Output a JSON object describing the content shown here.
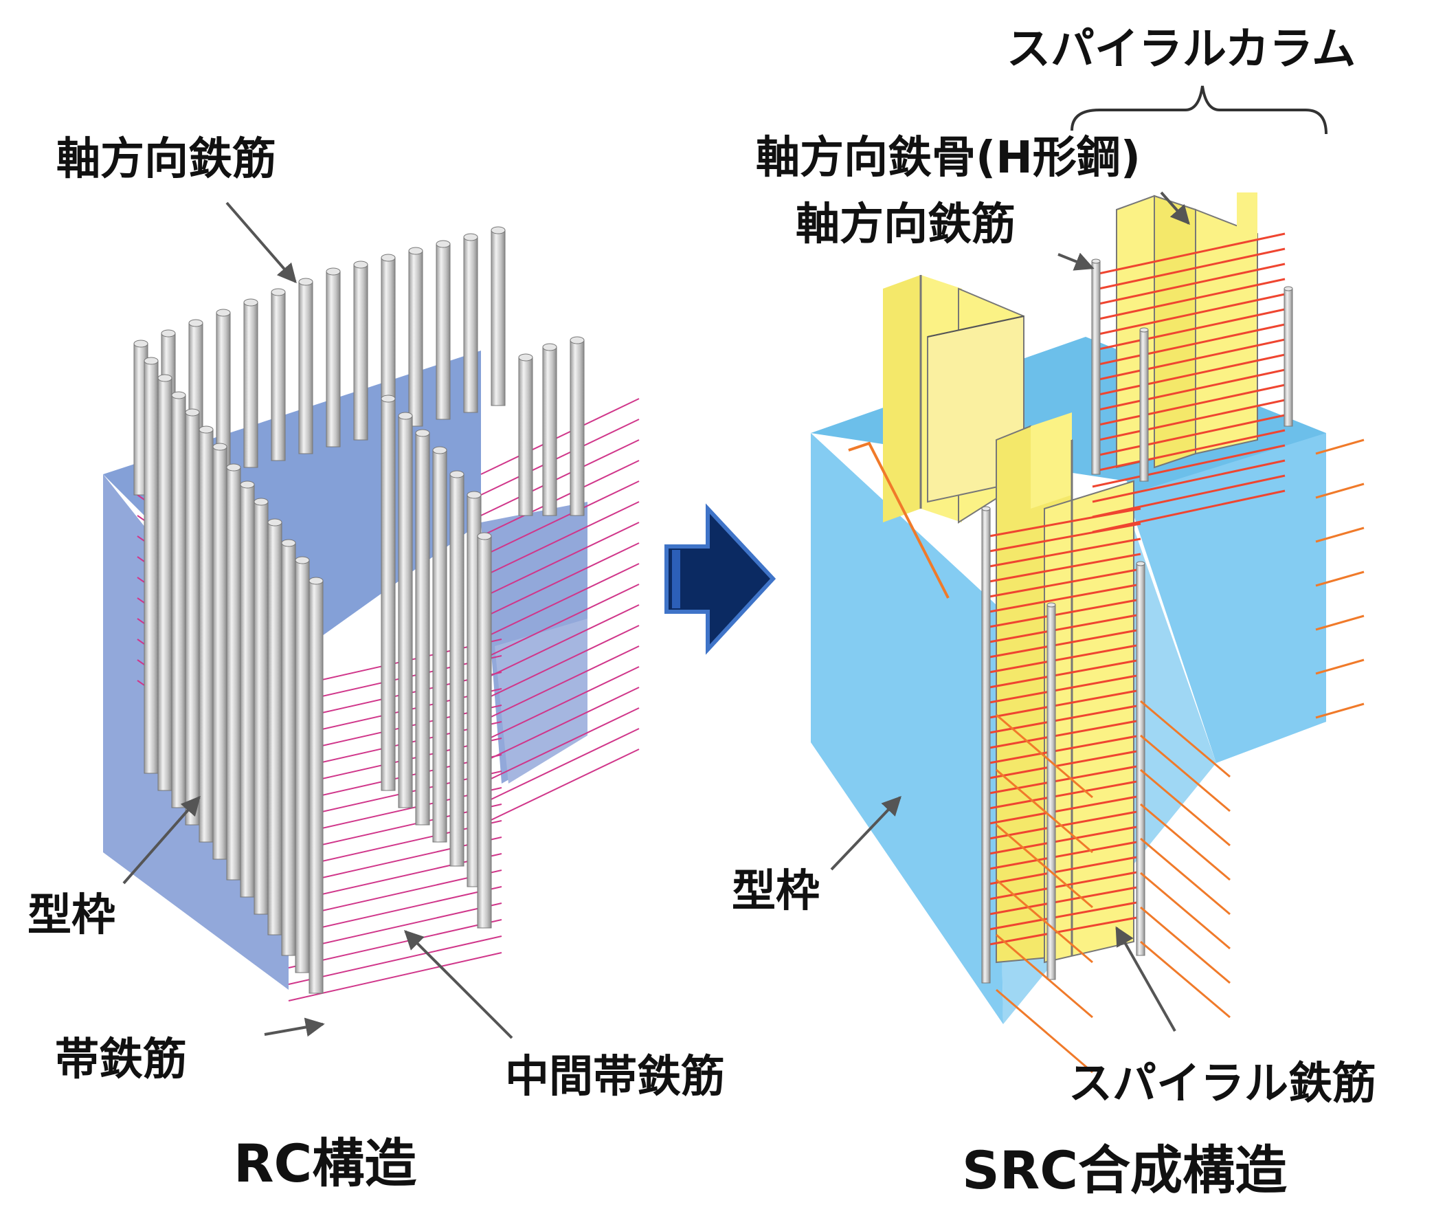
{
  "left": {
    "title": "RC構造",
    "labels": {
      "axial_rebar": "軸方向鉄筋",
      "formwork": "型枠",
      "hoop": "帯鉄筋",
      "intermediate_hoop": "中間帯鉄筋"
    }
  },
  "right": {
    "title": "SRC合成構造",
    "labels": {
      "spiral_column": "スパイラルカラム",
      "axial_steel": "軸方向鉄骨(H形鋼)",
      "axial_rebar": "軸方向鉄筋",
      "formwork": "型枠",
      "spiral_rebar": "スパイラル鉄筋"
    }
  },
  "colors": {
    "rc_form": "#92a8da",
    "src_form": "#84ccf2",
    "steel": "#fbf285",
    "hoop_rc": "#d0368a",
    "spiral_src": "#ef4530",
    "bar_src": "#f07a2a",
    "arrow": "#0b2a62"
  }
}
